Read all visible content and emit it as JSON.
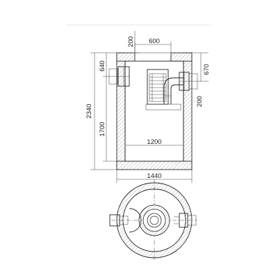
{
  "dimensions": {
    "top_wall": "200",
    "neck_width": "600",
    "inlet_height": "640",
    "outlet_height": "670",
    "outlet_offset": "200",
    "total_height": "2340",
    "inner_height": "1700",
    "inner_width": "1200",
    "outer_width": "1440"
  }
}
